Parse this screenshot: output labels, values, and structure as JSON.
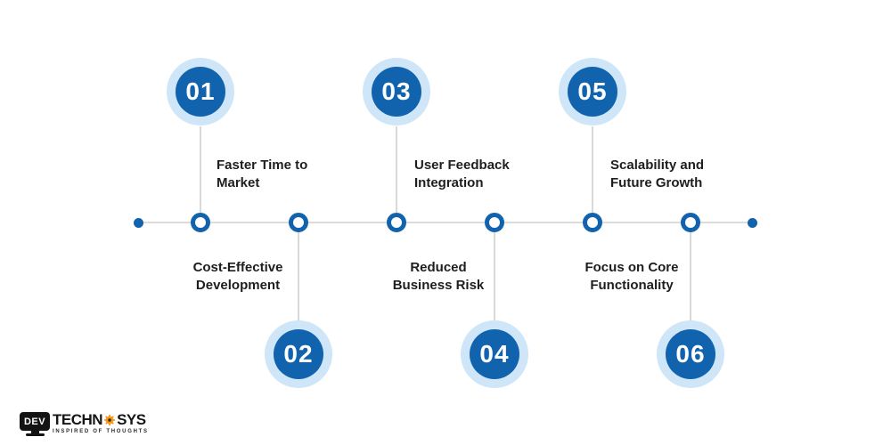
{
  "colors": {
    "primary_blue": "#1163ae",
    "halo_blue": "#cfe6f8",
    "connector_gray": "#d9d9d9",
    "text_dark": "#1e1e1e",
    "logo_orange": "#f2991f",
    "logo_black": "#131313"
  },
  "timeline": {
    "items": [
      {
        "number": "01",
        "label_line1": "Faster Time to",
        "label_line2": "Market",
        "side": "top"
      },
      {
        "number": "02",
        "label_line1": "Cost-Effective",
        "label_line2": "Development",
        "side": "bottom"
      },
      {
        "number": "03",
        "label_line1": "User Feedback",
        "label_line2": "Integration",
        "side": "top"
      },
      {
        "number": "04",
        "label_line1": "Reduced",
        "label_line2": "Business Risk",
        "side": "bottom"
      },
      {
        "number": "05",
        "label_line1": "Scalability and",
        "label_line2": "Future Growth",
        "side": "top"
      },
      {
        "number": "06",
        "label_line1": "Focus on Core",
        "label_line2": "Functionality",
        "side": "bottom"
      }
    ]
  },
  "brand": {
    "screen_text": "DEV",
    "wordmark_left": "TECHN",
    "wordmark_right": "SYS",
    "tagline": "INSPIRED OF THOUGHTS"
  }
}
